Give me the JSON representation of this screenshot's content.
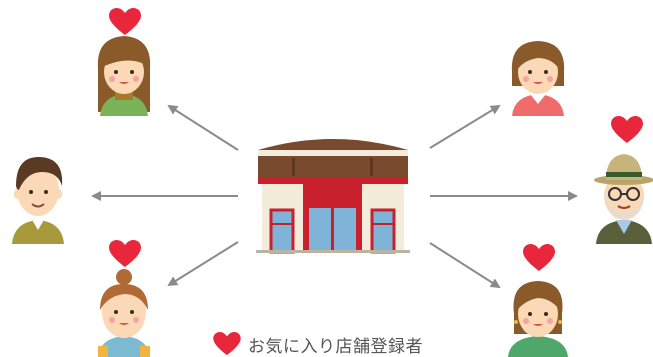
{
  "diagram": {
    "center": {
      "icon": "store-icon"
    },
    "people": [
      {
        "id": "woman-long-hair",
        "favorite": true
      },
      {
        "id": "man-short-hair",
        "favorite": false
      },
      {
        "id": "woman-bun",
        "favorite": true
      },
      {
        "id": "woman-bob",
        "favorite": false
      },
      {
        "id": "elderly-man-hat",
        "favorite": true
      },
      {
        "id": "woman-medium-hair",
        "favorite": true
      }
    ],
    "legend": {
      "icon": "heart-icon",
      "label": "お気に入り店舗登録者"
    },
    "colors": {
      "heart": "#e8273c",
      "arrow": "#8a8a8a",
      "store_roof": "#7a4a2e",
      "store_awning": "#c8202c",
      "store_wall": "#f4ecdb",
      "store_window": "#7fb3d8"
    }
  }
}
